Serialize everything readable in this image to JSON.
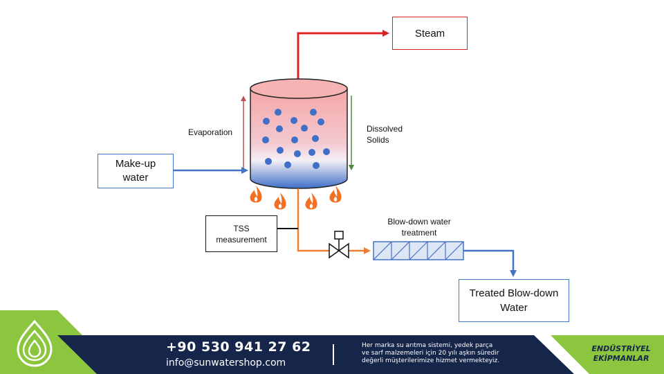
{
  "labels": {
    "steam": "Steam",
    "evaporation": "Evaporation",
    "dissolved_solids_1": "Dissolved",
    "dissolved_solids_2": "Solids",
    "makeup_1": "Make-up",
    "makeup_2": "water",
    "tss_1": "TSS",
    "tss_2": "measurement",
    "blowdown_treatment_1": "Blow-down water",
    "blowdown_treatment_2": "treatment",
    "treated_1": "Treated Blow-down",
    "treated_2": "Water"
  },
  "footer": {
    "phone": "+90 530 941 27 62",
    "email": "info@sunwatershop.com",
    "tagline_1": "Her marka su arıtma sistemi, yedek parça",
    "tagline_2": "ve sarf malzemeleri için 20 yılı aşkın süredir",
    "tagline_3": "değerli müşterilerimize hizmet vermekteyiz.",
    "brand_1": "ENDÜSTRİYEL",
    "brand_2": "EKİPMANLAR"
  },
  "colors": {
    "steam_line": "#e02020",
    "water_line": "#4472c4",
    "blowdown_line": "#ed7d31",
    "footer_navy": "#16264a",
    "footer_green": "#8cc63f",
    "particle": "#3f6fc6"
  },
  "icons": [
    "flame-icon",
    "valve-icon",
    "water-drop-logo-icon"
  ]
}
